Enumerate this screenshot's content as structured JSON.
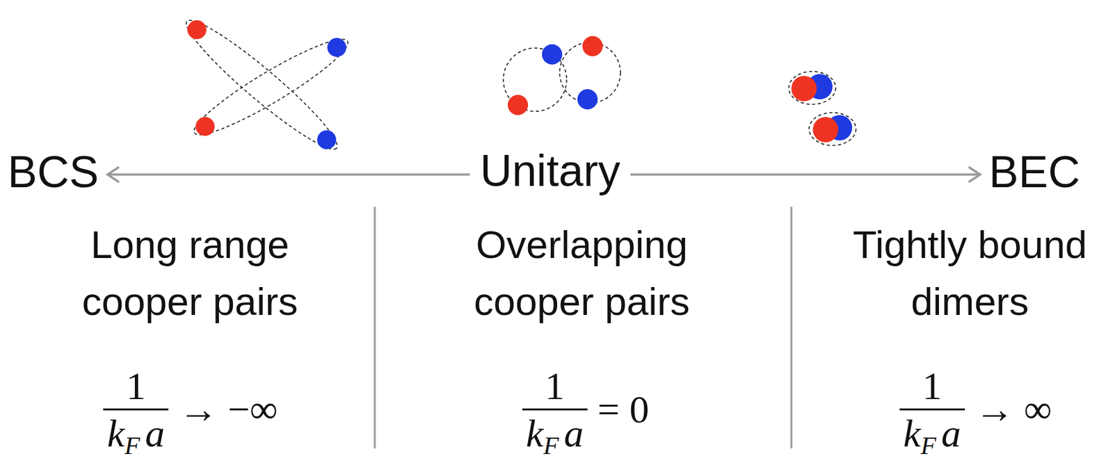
{
  "diagram": {
    "nodes": [
      {
        "text": [
          "BCS"
        ]
      },
      {
        "text": [
          "Unitary"
        ]
      },
      {
        "text": [
          "BEC"
        ]
      }
    ],
    "edges": [
      {
        "from": 1,
        "to": 0,
        "arrow": "to"
      },
      {
        "from": 1,
        "to": 2,
        "arrow": "to"
      }
    ],
    "labels": [
      "Long range cooper pairs",
      "Overlapping cooper pairs",
      "Tightly bound dimers",
      "1",
      "k",
      "F",
      "a",
      "→ −∞",
      "1",
      "k",
      "F",
      "a",
      "= 0",
      "1",
      "k",
      "F",
      "a",
      "→ ∞"
    ]
  }
}
